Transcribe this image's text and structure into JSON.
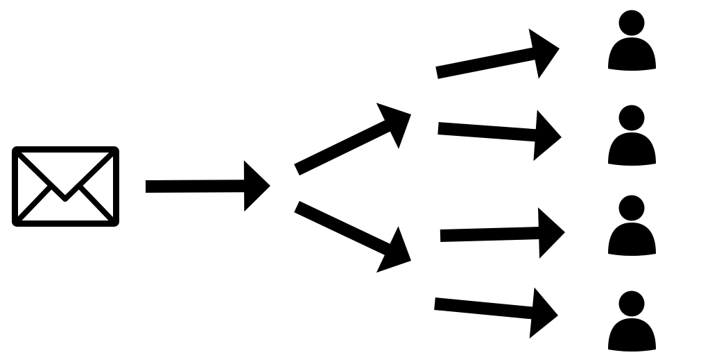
{
  "diagram": {
    "type": "fan-out flow",
    "source_icon": "envelope-icon",
    "recipient_icon": "person-icon",
    "recipient_count": 4,
    "arrow_count": 7,
    "colors": {
      "foreground": "#000000",
      "background": "#ffffff"
    }
  }
}
